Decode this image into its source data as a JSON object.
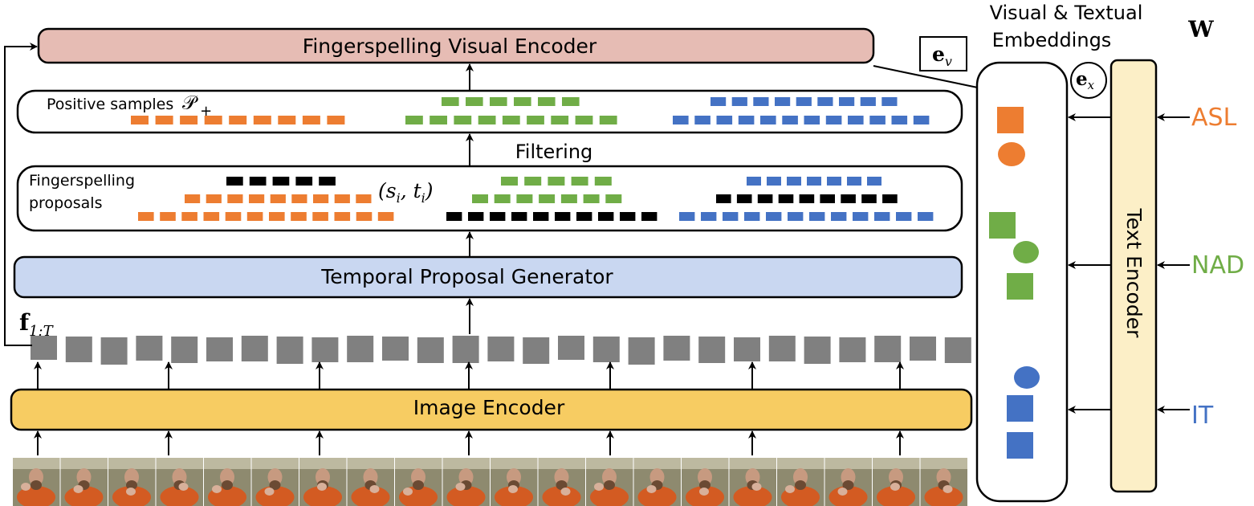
{
  "modules": {
    "fingerspelling_visual_encoder": "Fingerspelling Visual Encoder",
    "temporal_proposal_generator": "Temporal Proposal Generator",
    "image_encoder": "Image Encoder",
    "text_encoder": "Text Encoder"
  },
  "labels": {
    "positive_samples": "Positive samples",
    "positive_samples_symbol": "𝒫",
    "positive_samples_subscript": "+",
    "filtering": "Filtering",
    "proposals_line1": "Fingerspelling",
    "proposals_line2": "proposals",
    "proposal_interval": "(s",
    "proposal_interval_sub1": "i",
    "proposal_interval_mid": ", t",
    "proposal_interval_sub2": "i",
    "proposal_interval_end": ")",
    "features": "f",
    "features_subscript": "1:T",
    "embeddings_line1": "Visual & Textual",
    "embeddings_line2": "Embeddings",
    "visual_embedding": "e",
    "visual_embedding_sub": "v",
    "text_embedding": "e",
    "text_embedding_sub": "x",
    "words": "W"
  },
  "languages": [
    {
      "name": "ASL",
      "color": "#ED7D31"
    },
    {
      "name": "NAD",
      "color": "#70AD47"
    },
    {
      "name": "IT",
      "color": "#4472C4"
    }
  ],
  "colors": {
    "visual_encoder_fill": "#E6BCB4",
    "proposal_generator_fill": "#C9D7F1",
    "image_encoder_fill": "#F7CC62",
    "text_encoder_fill": "#FCEFC7",
    "feature_fill": "#808080",
    "orange": "#ED7D31",
    "green": "#70AD47",
    "blue": "#4472C4",
    "black": "#000000"
  }
}
